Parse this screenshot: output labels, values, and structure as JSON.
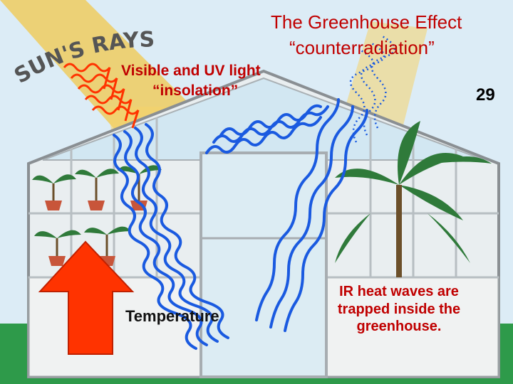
{
  "title": {
    "line1": "The Greenhouse Effect",
    "line2": "“counterradiation”"
  },
  "sun_label": "SUN'S RAYS",
  "visible_label": {
    "line1": "Visible and UV light",
    "line2": "“insolation”"
  },
  "slide_number": "29",
  "temperature_label": "Temperature",
  "ir_label": "IR heat waves are trapped inside the greenhouse.",
  "colors": {
    "title_text": "#c00000",
    "visible_light_waves": "#ff3300",
    "ir_waves": "#1a5ae0",
    "temperature_arrow": "#ff3300",
    "grass": "#2e9a4a",
    "sky": "#cfe8f4"
  }
}
